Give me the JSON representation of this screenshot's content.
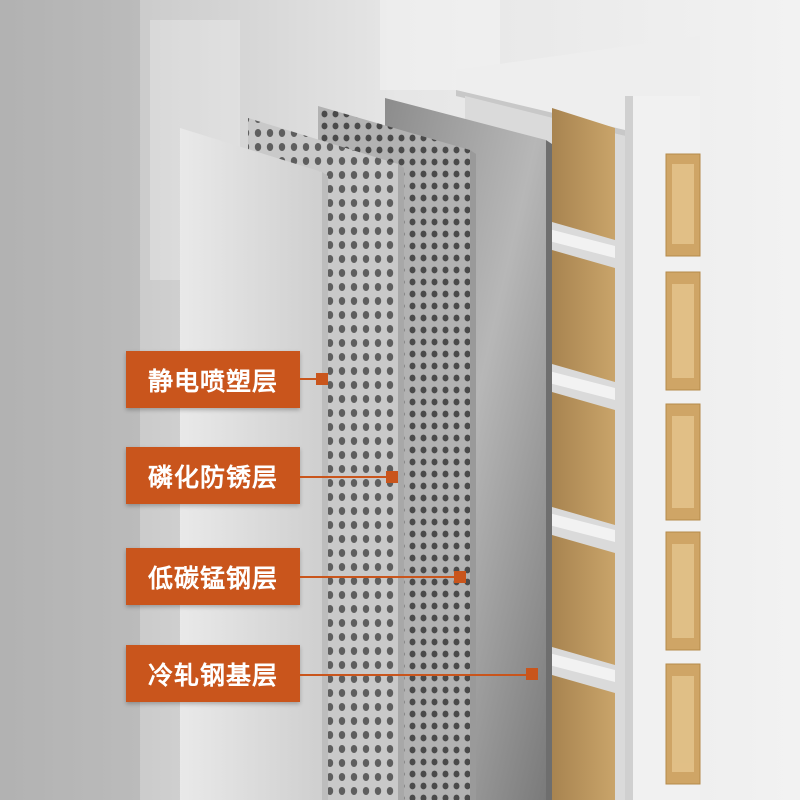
{
  "layers": [
    {
      "label": "静电喷塑层",
      "marker_icon": "square-marker-icon"
    },
    {
      "label": "磷化防锈层",
      "marker_icon": "square-marker-icon"
    },
    {
      "label": "低碳锰钢层",
      "marker_icon": "square-marker-icon"
    },
    {
      "label": "冷轧钢基层",
      "marker_icon": "square-marker-icon"
    }
  ],
  "colors": {
    "accent": "#c9551c",
    "label_text": "#ffffff",
    "cabinet_white": "#ececec",
    "kraft_box": "#c9a46a"
  }
}
